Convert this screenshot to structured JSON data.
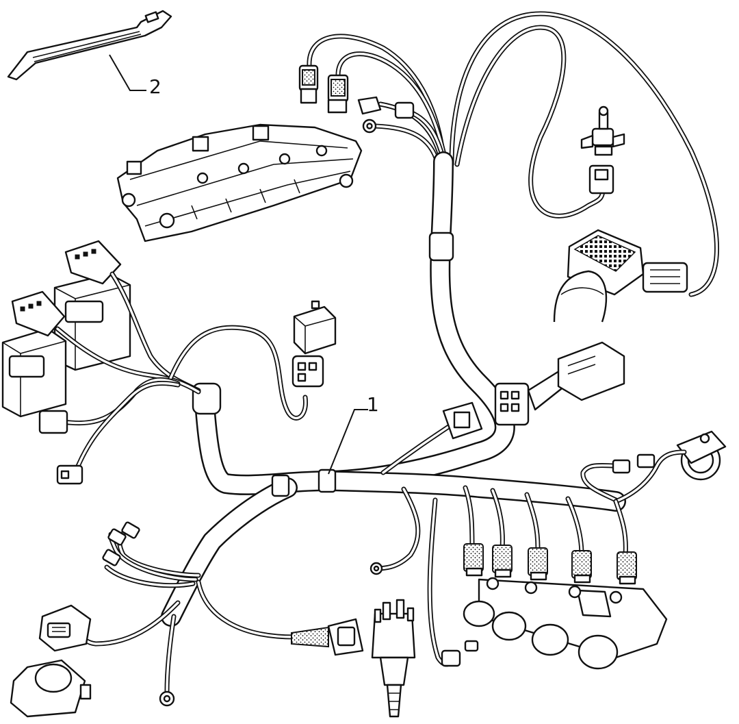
{
  "callouts": [
    {
      "id": "wiring-harness",
      "label": "1"
    },
    {
      "id": "cable-tie",
      "label": "2"
    }
  ],
  "colors": {
    "ink": "#111111",
    "paper": "#ffffff"
  }
}
